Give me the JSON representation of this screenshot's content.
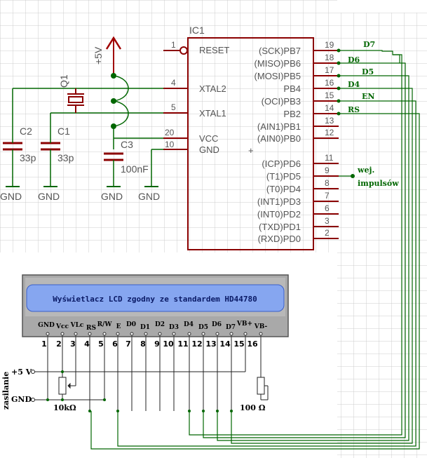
{
  "ic": {
    "name": "IC1",
    "reset_label": "RESET",
    "left_pins": [
      {
        "num": "1",
        "label": "RESET"
      },
      {
        "num": "4",
        "label": "XTAL2"
      },
      {
        "num": "5",
        "label": "XTAL1"
      },
      {
        "num": "20",
        "label": "VCC"
      },
      {
        "num": "10",
        "label": "GND"
      }
    ],
    "right_pins": [
      {
        "num": "19",
        "label": "(SCK)PB7"
      },
      {
        "num": "18",
        "label": "(MISO)PB6"
      },
      {
        "num": "17",
        "label": "(MOSI)PB5"
      },
      {
        "num": "16",
        "label": "PB4"
      },
      {
        "num": "15",
        "label": "(OCI)PB3"
      },
      {
        "num": "14",
        "label": "PB2"
      },
      {
        "num": "13",
        "label": "(AIN1)PB1"
      },
      {
        "num": "12",
        "label": "(AIN0)PB0"
      },
      {
        "num": "11",
        "label": "(ICP)PD6"
      },
      {
        "num": "9",
        "label": "(T1)PD5"
      },
      {
        "num": "8",
        "label": "(T0)PD4"
      },
      {
        "num": "7",
        "label": "(INT1)PD3"
      },
      {
        "num": "6",
        "label": "(INT0)PD2"
      },
      {
        "num": "3",
        "label": "(TXD)PD1"
      },
      {
        "num": "2",
        "label": "(RXD)PD0"
      }
    ]
  },
  "nets": [
    "D7",
    "D6",
    "D5",
    "D4",
    "EN",
    "RS"
  ],
  "input_label_line1": "wej.",
  "input_label_line2": "impulsów",
  "supply_label": "+5V",
  "components": {
    "q1": "Q1",
    "c1": "C1",
    "c1_value": "33p",
    "c2": "C2",
    "c2_value": "33p",
    "c3": "C3",
    "c3_value": "100nF",
    "gnd": "GND"
  },
  "lcd": {
    "text": "Wyświetlacz LCD zgodny ze standardem HD44780",
    "pin_names": [
      "GND",
      "Vcc",
      "VLc",
      "RS",
      "R/W",
      "E",
      "D0",
      "D1",
      "D2",
      "D3",
      "D4",
      "D5",
      "D6",
      "D7",
      "VB+",
      "VB-"
    ],
    "pin_numbers": [
      "1",
      "2",
      "3",
      "4",
      "5",
      "6",
      "7",
      "8",
      "9",
      "10",
      "11",
      "12",
      "13",
      "14",
      "15",
      "16"
    ]
  },
  "power": {
    "side_label": "zasilanie",
    "plus5_label": "+5 V",
    "gnd_label": "GND",
    "pot1_value": "10kΩ",
    "pot2_value": "100 Ω"
  },
  "colors": {
    "wire_green": "#006600",
    "ic_red": "#8b0000",
    "supply_red": "#a00000",
    "grid": "#cccccc"
  }
}
